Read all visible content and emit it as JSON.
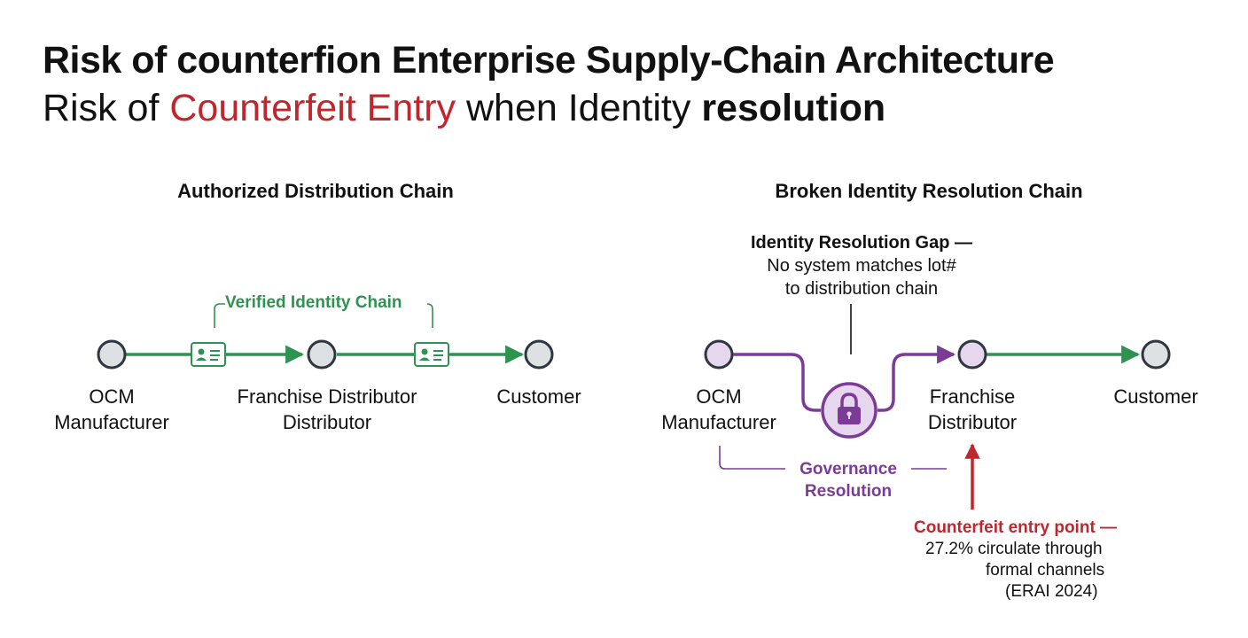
{
  "header": {
    "title": "Risk of counterfion Enterprise Supply-Chain Architecture",
    "subtitle_part1": "Risk of ",
    "subtitle_highlight": "Counterfeit Entry",
    "subtitle_part2": " when Identity ",
    "subtitle_bold": "resolution"
  },
  "left_panel": {
    "title": "Authorized Distribution Chain",
    "chain_label": "Verified Identity Chain",
    "nodes": [
      {
        "line1": "OCM",
        "line2": "Manufacturer"
      },
      {
        "line1": "Franchise Distributor",
        "line2": "Distributor"
      },
      {
        "line1": "Customer",
        "line2": ""
      }
    ]
  },
  "right_panel": {
    "title": "Broken Identity Resolution Chain",
    "gap_title": "Identity Resolution Gap —",
    "gap_line2": "No system matches lot#",
    "gap_line3": "to distribution chain",
    "nodes": [
      {
        "line1": "OCM",
        "line2": "Manufacturer"
      },
      {
        "line1": "Franchise",
        "line2": "Distributor"
      },
      {
        "line1": "Customer",
        "line2": ""
      }
    ],
    "governance_line1": "Governance",
    "governance_line2": "Resolution",
    "counterfeit_title": "Counterfeit entry point —",
    "counterfeit_line2": "27.2% circulate through",
    "counterfeit_line3": "formal channels",
    "counterfeit_line4": "(ERAI 2024)"
  },
  "colors": {
    "green": "#2e9350",
    "purple": "#7b3b96",
    "red": "#c0272d",
    "node_gray": "#dde1e4",
    "node_purple": "#e6d6ee"
  },
  "icons": [
    "id-card-icon",
    "lock-icon"
  ]
}
